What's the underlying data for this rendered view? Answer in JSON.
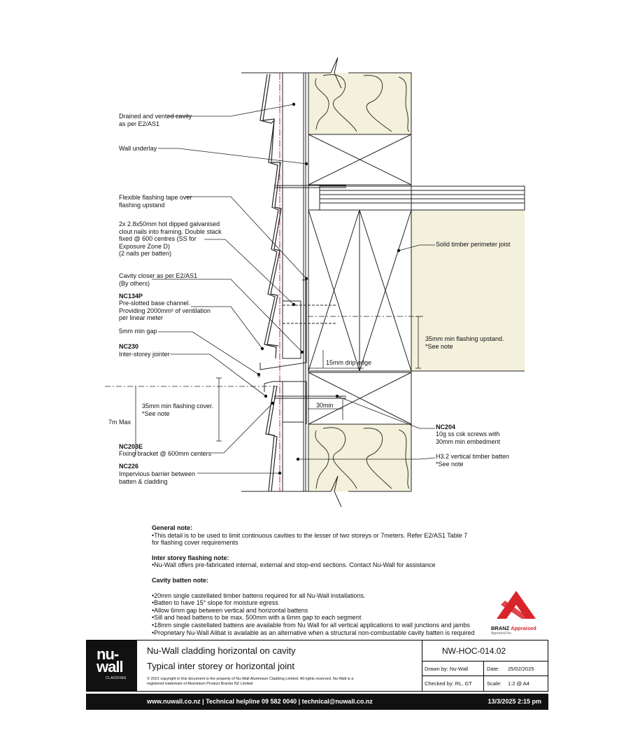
{
  "labels": {
    "drained_cavity": "Drained and vented cavity\nas per  E2/AS1",
    "wall_underlay": "Wall underlay",
    "flexible_tape": "Flexible flashing tape over\nflashing upstand",
    "clout_nails": "2x 2.8x50mm hot dipped galvanised\nclout nails into framing. Double stack\nfixed @ 600 centres (SS for\nExposure Zone D)\n(2 nails per batten)",
    "cavity_closer": "Cavity closer as per E2/AS1\n(By others)",
    "nc134p_code": "NC134P",
    "nc134p_desc": "Pre-slotted base channel.\nProviding 2000mm² of ventilation\nper linear meter",
    "min_gap": "5mm min gap",
    "nc230_code": "NC230",
    "nc230_desc": "Inter-storey jointer",
    "drip_edge": "15mm drip edge",
    "gap_5": "5",
    "flashing_cover": "35mm min flashing cover.\n*See note",
    "seven_m_max": "7m Max",
    "nc203e_code": "NC203E",
    "nc203e_desc": "Fixing bracket @ 600mm centers",
    "nc226_code": "NC226",
    "nc226_desc": "Impervious barrier between\nbatten & cladding",
    "perimeter_joist": "Solid timber perimeter joist",
    "flashing_upstand": "35mm min flashing upstand.\n*See note",
    "thirty_min": "30min",
    "nc204_code": "NC204",
    "nc204_desc": "10g ss csk screws with\n30mm min embedment",
    "batten": "H3.2 vertical timber batten\n*See note"
  },
  "notes": {
    "general_heading": "General note:",
    "general_items": [
      "This detail is to be used to limit continuous cavities to the lesser of two storeys or 7meters. Refer E2/AS1 Table 7\n  for flashing cover requirements"
    ],
    "interstorey_heading": "Inter storey flashing note:",
    "interstorey_items": [
      "Nu-Wall offers pre-fabricated internal, external and stop-end sections. Contact Nu-Wall for assistance"
    ],
    "batten_heading": "Cavity batten note:",
    "batten_items": [
      "20mm single castellated timber battens required for all Nu-Wall installations.",
      "Batten to have 15° slope for moisture egress",
      "Allow 6mm gap between vertical and horizontal battens",
      "Sill and head battens to be max. 500mm with a 6mm gap to each segment",
      "18mm single castellated battens are available from Nu Wall for all vertical applications to wall junctions and jambs",
      "Proprietary Nu-Wall Alibat is available as an alternative when a structural non-combustable cavity batten is required"
    ]
  },
  "branz": {
    "name": "BRANZ",
    "status": "Appraised",
    "sub": "Appraisal No."
  },
  "title_block": {
    "logo_line1": "nu-",
    "logo_line2": "wall",
    "logo_sub": "CLADDING",
    "title": "Nu-Wall cladding horizontal on cavity",
    "subtitle": "Typical inter storey or horizontal joint",
    "copyright": "© 2021 copyright in this document is the property of Nu-Wall Aluminium Cladding Limited. All rights reserved. Nu-Wall is a\nregistered trademark of Aluminium Product Brands NZ Limited",
    "drawing_no": "NW-HOC-014.02",
    "drawn_by": "Drawn by: Nu-Wall",
    "date_label": "Date:",
    "date_value": "25/02/2025",
    "checked_by": "Checked by: RL, GT",
    "scale_label": "Scale:",
    "scale_value": "1:2 @ A4"
  },
  "footer": {
    "contact": "www.nuwall.co.nz  |  Technical helpline 09 582 0040  |  technical@nuwall.co.nz",
    "printed": "13/3/2025 2:15 pm"
  },
  "colors": {
    "insulation": "#f3f0dc",
    "red_line": "#d9252a",
    "brand_red": "#d9252a",
    "ink": "#111111"
  }
}
